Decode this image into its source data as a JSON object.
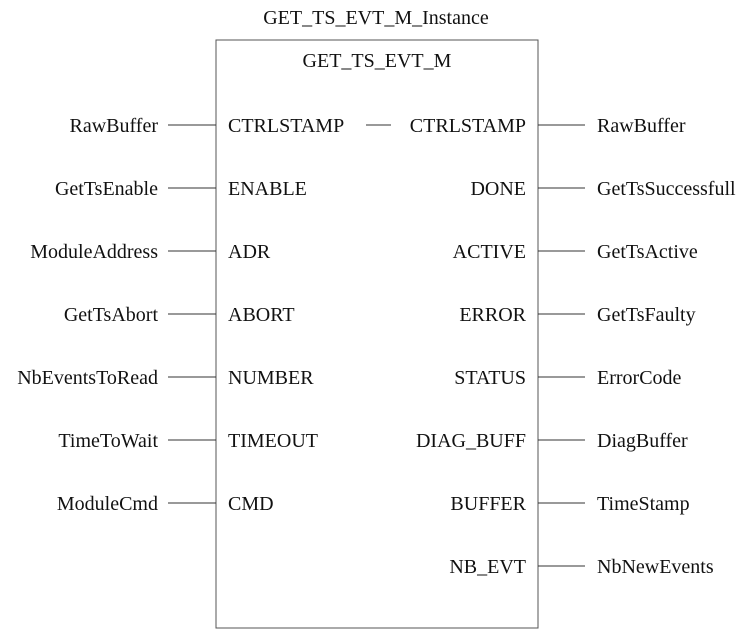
{
  "instance_name": "GET_TS_EVT_M_Instance",
  "block_type": "GET_TS_EVT_M",
  "inputs": [
    {
      "pin": "CTRLSTAMP",
      "variable": "RawBuffer"
    },
    {
      "pin": "ENABLE",
      "variable": "GetTsEnable"
    },
    {
      "pin": "ADR",
      "variable": "ModuleAddress"
    },
    {
      "pin": "ABORT",
      "variable": "GetTsAbort"
    },
    {
      "pin": "NUMBER",
      "variable": "NbEventsToRead"
    },
    {
      "pin": "TIMEOUT",
      "variable": "TimeToWait"
    },
    {
      "pin": "CMD",
      "variable": "ModuleCmd"
    }
  ],
  "outputs": [
    {
      "pin": "CTRLSTAMP",
      "variable": "RawBuffer"
    },
    {
      "pin": "DONE",
      "variable": "GetTsSuccessfull"
    },
    {
      "pin": "ACTIVE",
      "variable": "GetTsActive"
    },
    {
      "pin": "ERROR",
      "variable": "GetTsFaulty"
    },
    {
      "pin": "STATUS",
      "variable": "ErrorCode"
    },
    {
      "pin": "DIAG_BUFF",
      "variable": "DiagBuffer"
    },
    {
      "pin": "BUFFER",
      "variable": "TimeStamp"
    },
    {
      "pin": "NB_EVT",
      "variable": "NbNewEvents"
    }
  ]
}
